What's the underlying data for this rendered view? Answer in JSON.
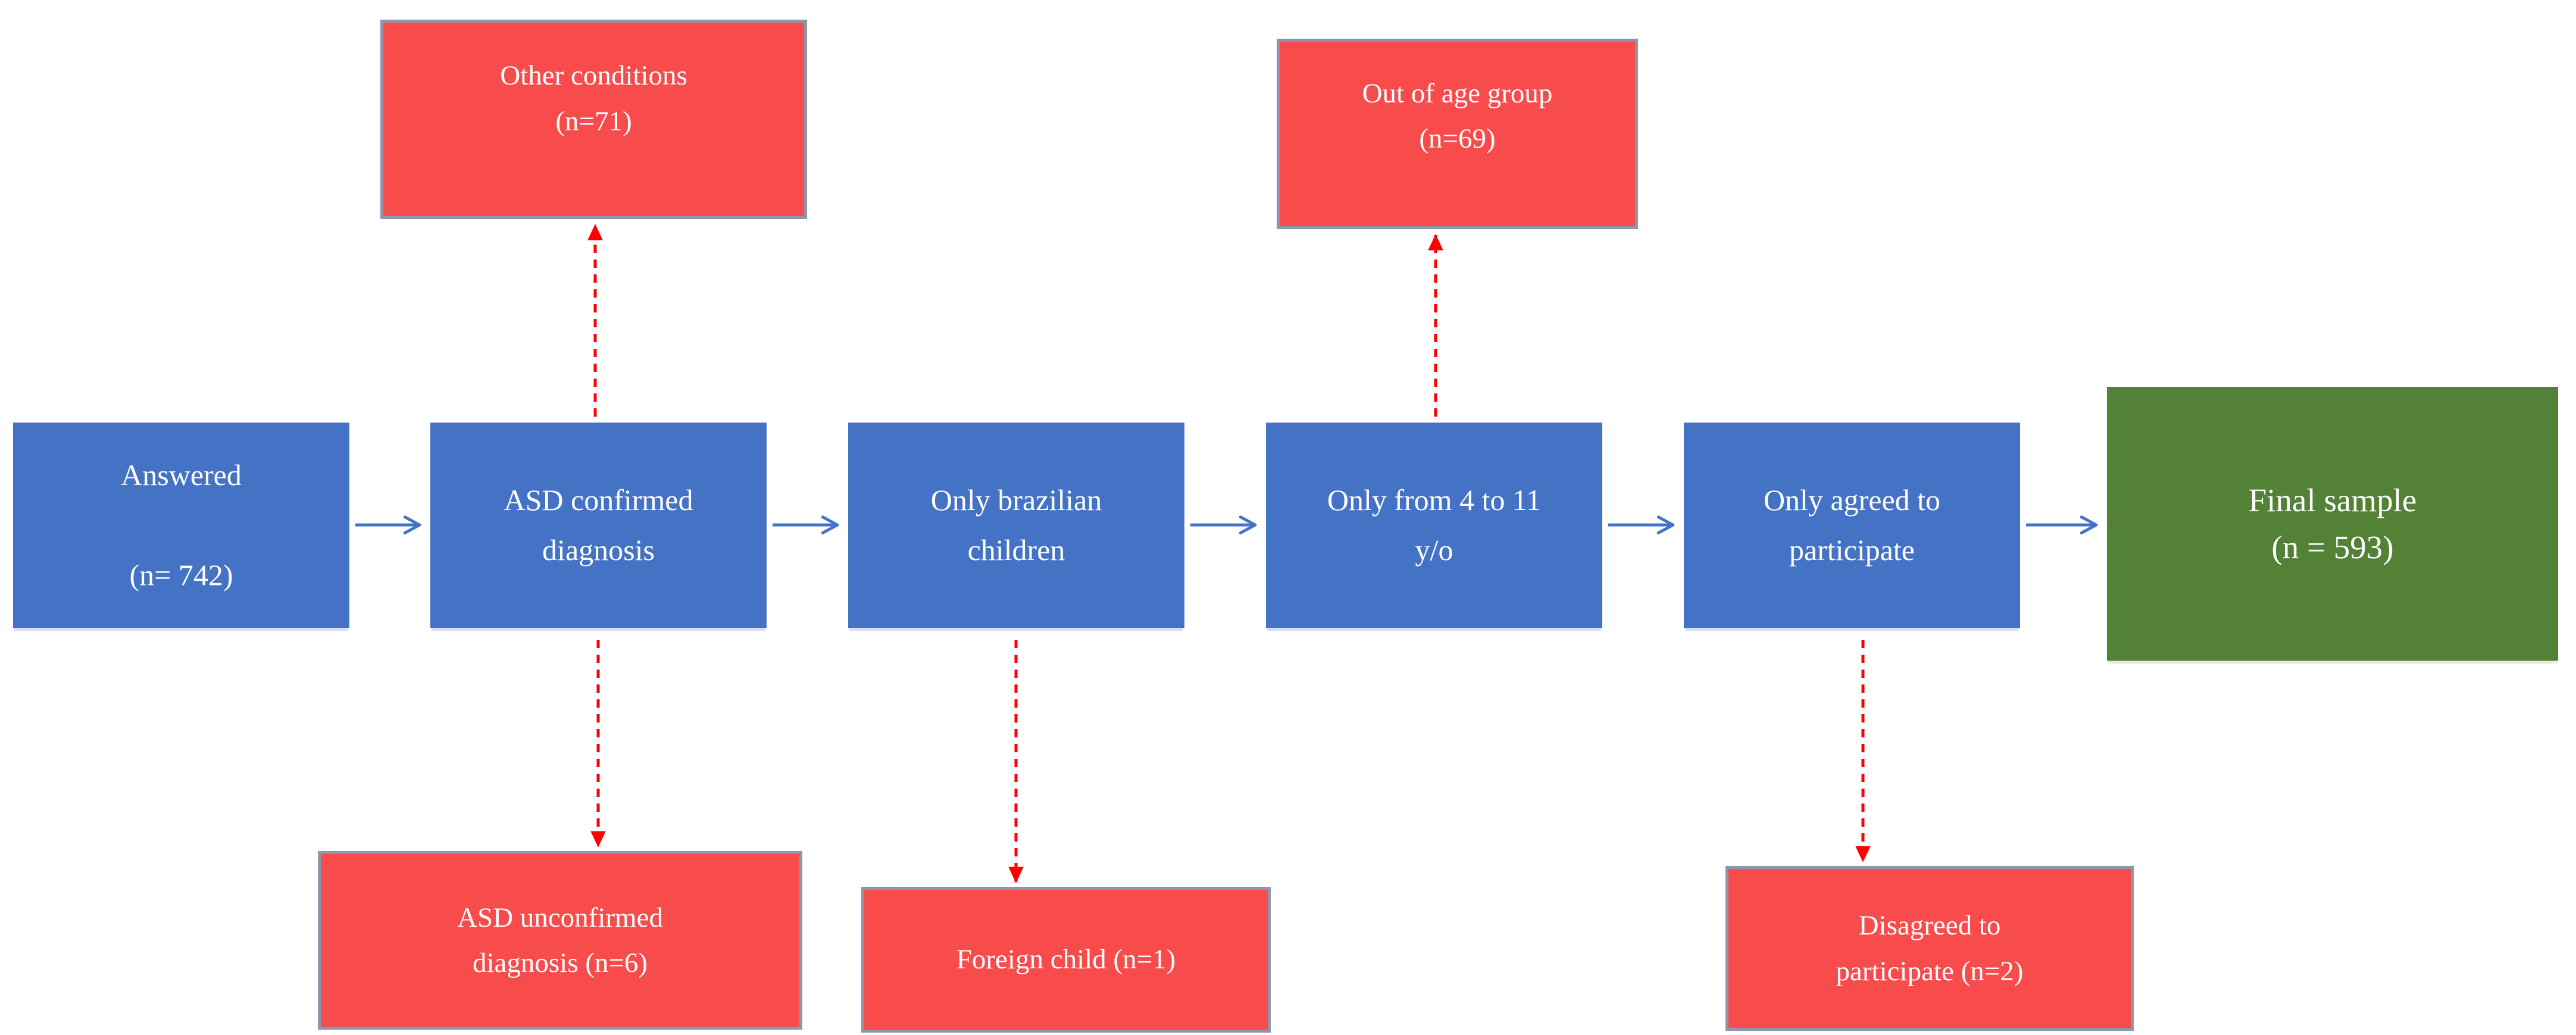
{
  "colors": {
    "process_fill": "#4472C4",
    "final_fill": "#538135",
    "excluded_fill": "#F84C4C",
    "excluded_border": "#8E95AD",
    "flow_arrow": "#4472C4",
    "exclusion_arrow": "#FF0000",
    "text": "#FFFFFF"
  },
  "nodes": {
    "answered": {
      "line1": "Answered",
      "line2": "(n= 742)"
    },
    "asd_confirmed": {
      "line1": "ASD confirmed",
      "line2": "diagnosis"
    },
    "brazilian": {
      "line1": "Only brazilian",
      "line2": "children"
    },
    "age": {
      "line1": "Only from 4 to 11",
      "line2": "y/o"
    },
    "agreed": {
      "line1": "Only agreed to",
      "line2": "participate"
    },
    "final": {
      "line1": "Final sample",
      "line2": "(n = 593)"
    },
    "other_conditions": {
      "line1": "Other conditions",
      "line2": "(n=71)"
    },
    "out_of_age": {
      "line1": "Out of age group",
      "line2": "(n=69)"
    },
    "asd_unconfirmed": {
      "line1": "ASD unconfirmed",
      "line2": "diagnosis (n=6)"
    },
    "foreign": {
      "line1": "Foreign child (n=1)"
    },
    "disagreed": {
      "line1": "Disagreed to",
      "line2": "participate (n=2)"
    }
  },
  "arrows": {
    "flow": [
      "Answered -> ASD confirmed diagnosis",
      "ASD confirmed diagnosis -> Only brazilian children",
      "Only brazilian children -> Only from 4 to 11 y/o",
      "Only from 4 to 11 y/o -> Only agreed to participate",
      "Only agreed to participate -> Final sample"
    ],
    "exclusion": [
      "ASD confirmed diagnosis -> Other conditions (n=71)",
      "Only from 4 to 11 y/o -> Out of age group (n=69)",
      "ASD confirmed diagnosis -> ASD unconfirmed diagnosis (n=6)",
      "Only brazilian children -> Foreign child (n=1)",
      "Only agreed to participate -> Disagreed to participate (n=2)"
    ]
  }
}
